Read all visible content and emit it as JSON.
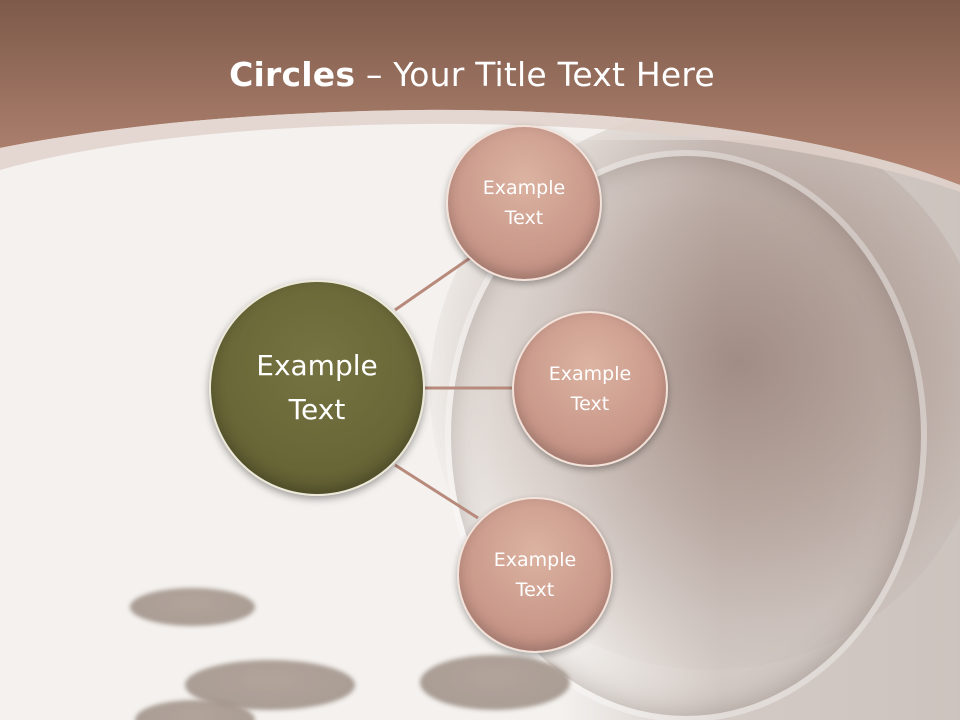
{
  "slide": {
    "title_bold": "Circles",
    "title_rest": " – Your Title Text Here"
  },
  "diagram": {
    "center": {
      "label": "Example Text"
    },
    "satellites": [
      {
        "label": "Example Text"
      },
      {
        "label": "Example Text"
      },
      {
        "label": "Example Text"
      }
    ]
  },
  "colors": {
    "header": "#a67866",
    "center_circle": "#6a6838",
    "satellite_circle": "#c9988a",
    "connector": "#b88a7c"
  }
}
